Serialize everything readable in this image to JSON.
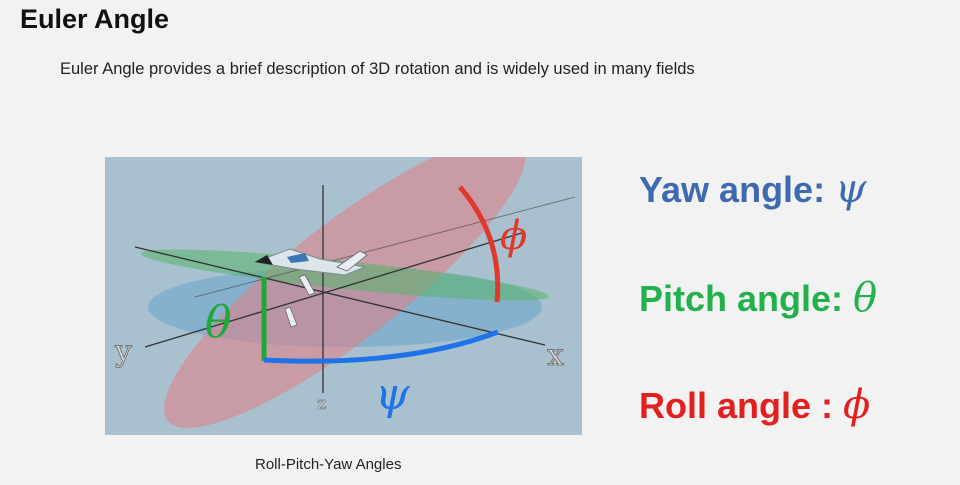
{
  "slide": {
    "title": "Euler Angle",
    "subtitle": "Euler Angle provides a brief description of 3D rotation and is widely used in many fields"
  },
  "figure": {
    "caption": "Roll-Pitch-Yaw Angles",
    "axis_labels": {
      "x": "x",
      "y": "y",
      "z": "z"
    },
    "angle_symbols": {
      "yaw": "ψ",
      "pitch": "θ",
      "roll": "ϕ"
    },
    "colors": {
      "background": "#a9c1cf",
      "yaw": "#1e73e8",
      "pitch": "#1fa83a",
      "roll": "#e0382c",
      "yaw_disc": "#5a9ec9",
      "pitch_disc": "#58b46a",
      "roll_disc": "#e27c84"
    }
  },
  "legend": {
    "yaw_label": "Yaw angle: ",
    "yaw_symbol": "ψ",
    "pitch_label": "Pitch angle: ",
    "pitch_symbol": "θ",
    "roll_label": "Roll angle : ",
    "roll_symbol": "ϕ"
  }
}
